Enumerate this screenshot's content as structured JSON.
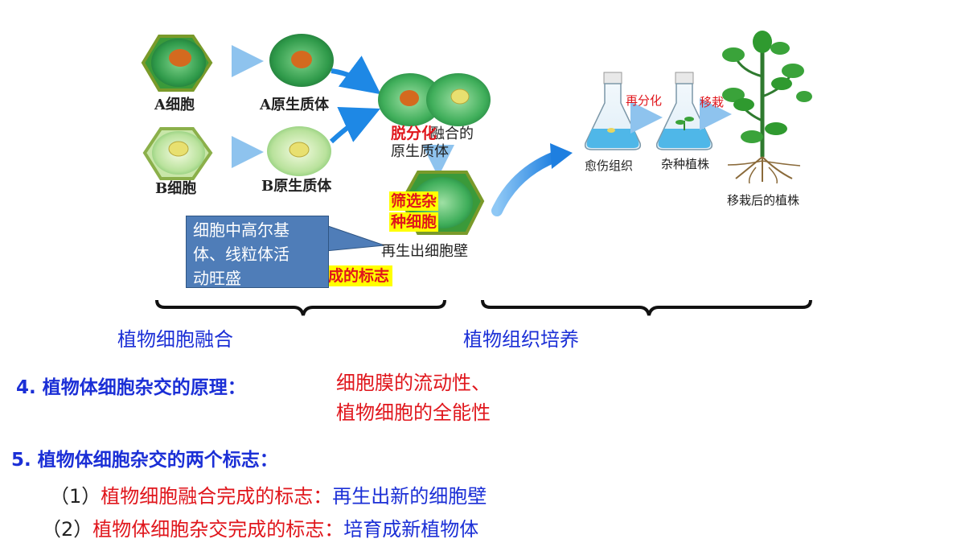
{
  "diagram": {
    "cell_a": "A细胞",
    "protoplast_a": "A原生质体",
    "cell_b": "B细胞",
    "protoplast_b": "B原生质体",
    "fused_protoplast_l1": "融合的",
    "fused_protoplast_l2": "原生质体",
    "dedifferentiation": "脱分化",
    "screening_l1": "筛选杂",
    "screening_l2": "种细胞",
    "regen_wall": "再生出细胞壁",
    "callus": "愈伤组织",
    "redifferentiation": "再分化",
    "hybrid_plant": "杂种植株",
    "transplant": "移栽",
    "transplanted_plant": "移栽后的植株",
    "callout_lines": [
      "细胞中高尔基",
      "体、线粒体活",
      "动旺盛"
    ],
    "completion_mark_partial": "成的标志",
    "caption_fusion": "植物细胞融合",
    "caption_culture": "植物组织培养"
  },
  "text": {
    "p4_label": "4. 植物体细胞杂交的原理：",
    "p4_value_1": "细胞膜的流动性、",
    "p4_value_2": "植物细胞的全能性",
    "p5_label": "5. 植物体细胞杂交的两个标志：",
    "item1_num": "（1）",
    "item1_label": "植物细胞融合完成的标志：",
    "item1_value": "再生出新的细胞壁",
    "item2_num": "（2）",
    "item2_label": "植物体细胞杂交完成的标志：",
    "item2_value": "培育成新植物体"
  },
  "colors": {
    "red": "#e0161c",
    "blue": "#1b2fd6",
    "highlight": "#ffff00",
    "callout": "#4f7db8",
    "arrow": "#1e88e5"
  }
}
